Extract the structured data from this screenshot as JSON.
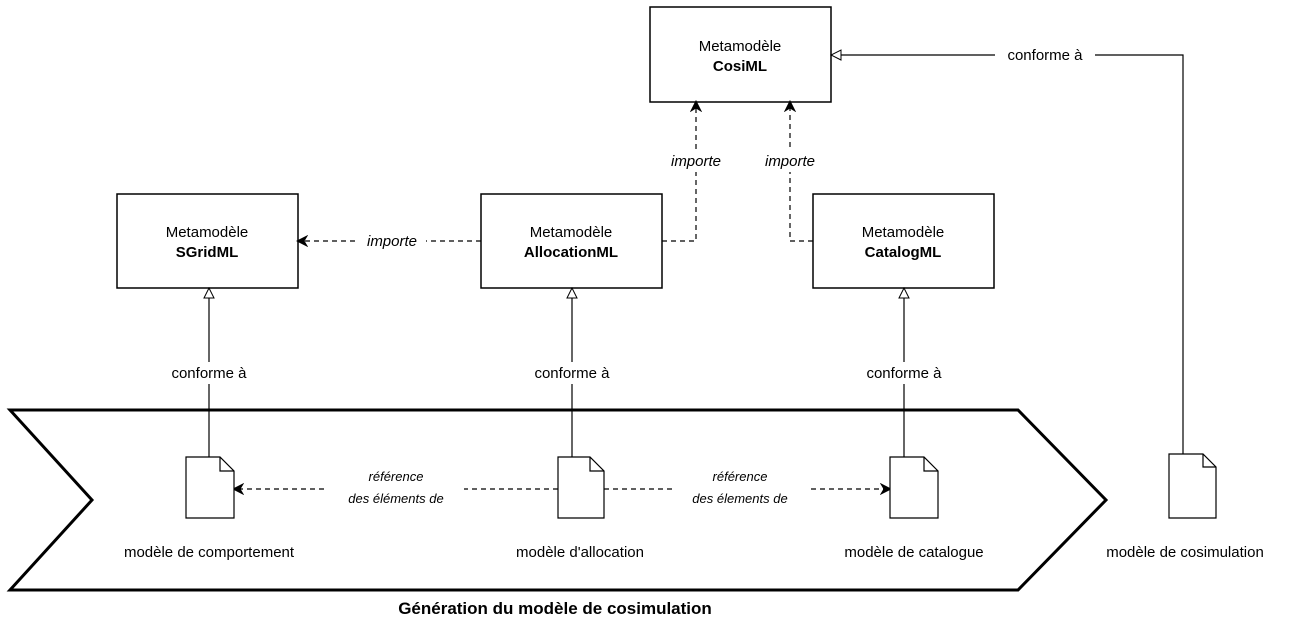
{
  "metamodels": {
    "cosiml": {
      "prefix": "Metamodèle",
      "name": "CosiML"
    },
    "sgridml": {
      "prefix": "Metamodèle",
      "name": "SGridML"
    },
    "allocationml": {
      "prefix": "Metamodèle",
      "name": "AllocationML"
    },
    "catalogml": {
      "prefix": "Metamodèle",
      "name": "CatalogML"
    }
  },
  "relations": {
    "conforme_a": "conforme à",
    "importe": "importe",
    "reference_line1": "référence",
    "reference_left_line2": "des éléments de",
    "reference_right_line2": "des élements de"
  },
  "documents": {
    "comportement": "modèle de comportement",
    "allocation": "modèle d'allocation",
    "catalogue": "modèle de catalogue",
    "cosimulation": "modèle de cosimulation"
  },
  "process": {
    "title": "Génération du modèle de cosimulation"
  }
}
